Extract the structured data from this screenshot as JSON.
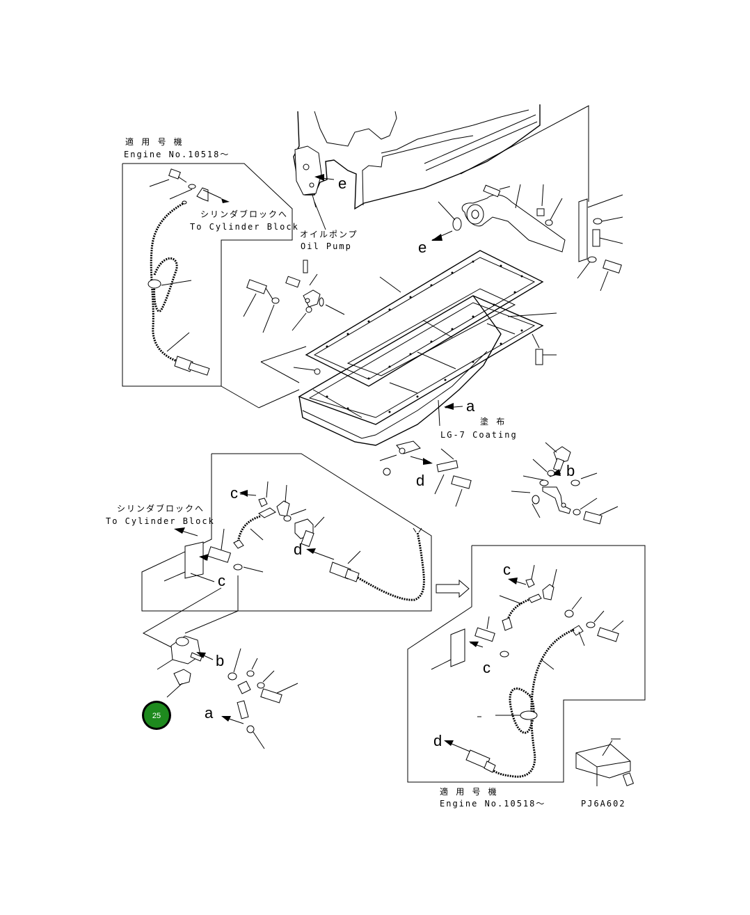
{
  "diagram": {
    "drawing_code": "PJ6A602",
    "labels": {
      "applicable_jp_top": "適 用 号 機",
      "engine_no_top": "Engine No.10518～",
      "to_cyl_block_jp_top": "シリンダブロックへ",
      "to_cyl_block_en_top": "To Cylinder Block",
      "oil_pump_jp": "オイルポンプ",
      "oil_pump_en": "Oil Pump",
      "coating_jp": "塗 布",
      "coating_en": "LG-7 Coating",
      "to_cyl_block_jp_mid": "シリンダブロックへ",
      "to_cyl_block_en_mid": "To Cylinder Block",
      "applicable_jp_bottom": "適 用 号 機",
      "engine_no_bottom": "Engine No.10518～"
    },
    "letters": {
      "e": "e",
      "a": "a",
      "b": "b",
      "c": "c",
      "d": "d"
    }
  },
  "page_badge": {
    "number": "25",
    "color": "#1e8a1e"
  }
}
